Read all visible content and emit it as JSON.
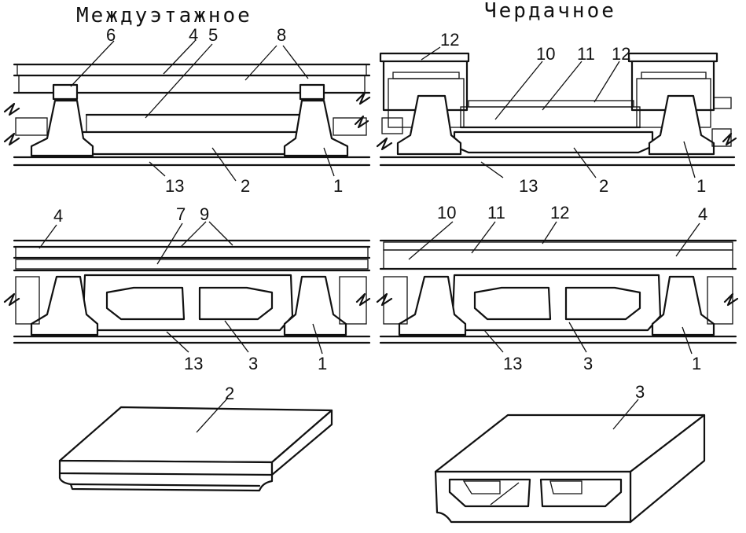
{
  "headings": {
    "interfloor": "Междуэтажное",
    "attic": "Чердачное"
  },
  "labels": {
    "tl": [
      "6",
      "4",
      "5",
      "8",
      "13",
      "2",
      "1"
    ],
    "tr": [
      "12",
      "10",
      "11",
      "12",
      "13",
      "2",
      "1"
    ],
    "ml": [
      "4",
      "7",
      "9",
      "13",
      "3",
      "1"
    ],
    "mr": [
      "10",
      "11",
      "12",
      "4",
      "13",
      "3",
      "1"
    ],
    "bl": [
      "2"
    ],
    "br": [
      "3"
    ]
  }
}
